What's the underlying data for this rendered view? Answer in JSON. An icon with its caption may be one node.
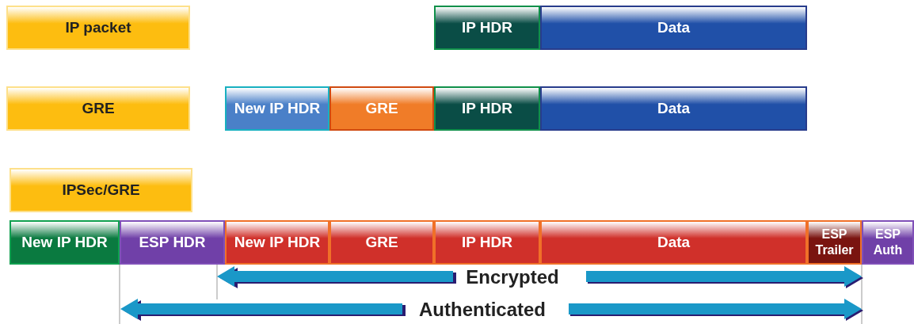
{
  "diagram": {
    "nodes": [
      {
        "text": [
          "IP packet"
        ]
      },
      {
        "text": [
          "IP HDR"
        ]
      },
      {
        "text": [
          "Data"
        ]
      },
      {
        "text": [
          "GRE"
        ]
      },
      {
        "text": [
          "New IP HDR"
        ]
      },
      {
        "text": [
          "GRE"
        ]
      },
      {
        "text": [
          "IP HDR"
        ]
      },
      {
        "text": [
          "Data"
        ]
      },
      {
        "text": [
          "IPSec/GRE"
        ]
      },
      {
        "text": [
          "New IP HDR"
        ]
      },
      {
        "text": [
          "ESP HDR"
        ]
      },
      {
        "text": [
          "New IP HDR"
        ]
      },
      {
        "text": [
          "GRE"
        ]
      },
      {
        "text": [
          "IP HDR"
        ]
      },
      {
        "text": [
          "Data"
        ]
      },
      {
        "text": [
          "ESP Trailer"
        ]
      },
      {
        "text": [
          "ESP Auth"
        ]
      }
    ],
    "labels": [
      "Encrypted",
      "Authenticated"
    ]
  }
}
